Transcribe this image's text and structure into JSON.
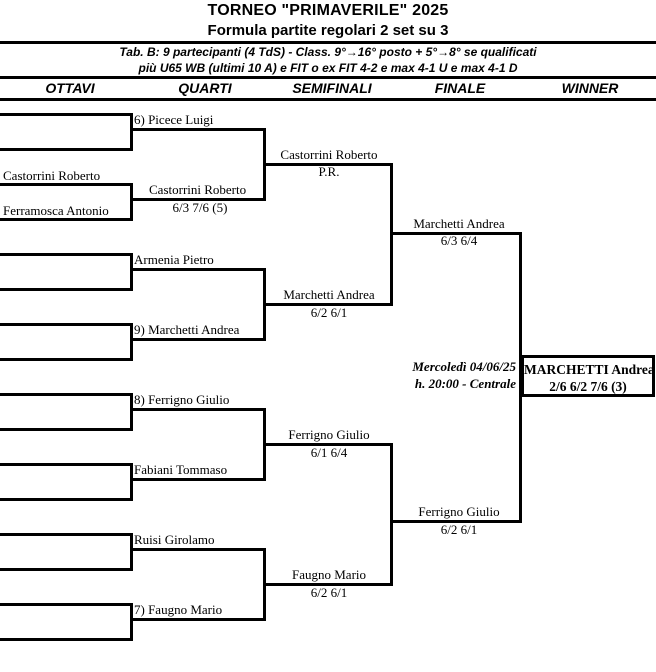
{
  "header": {
    "title": "TORNEO  \"PRIMAVERILE\"  2025",
    "subtitle": "Formula partite regolari 2 set su 3",
    "note_line_1": "Tab. B: 9 partecipanti (4 TdS) - Class. 9°→16° posto + 5°→8° se qualificati",
    "note_line_2": "più U65 WB (ultimi 10 A) e FIT o ex FIT 4-2 e max 4-1 U e max 4-1 D"
  },
  "columns": [
    {
      "label": "OTTAVI"
    },
    {
      "label": "QUARTI"
    },
    {
      "label": "SEMIFINALI"
    },
    {
      "label": "FINALE"
    },
    {
      "label": "WINNER"
    }
  ],
  "rounds": {
    "ottavi": [
      {
        "name": ""
      },
      {
        "name": ""
      },
      {
        "name": "Castorrini Roberto"
      },
      {
        "name": "Ferramosca Antonio"
      },
      {
        "name": ""
      },
      {
        "name": ""
      },
      {
        "name": ""
      },
      {
        "name": ""
      },
      {
        "name": ""
      },
      {
        "name": ""
      },
      {
        "name": ""
      },
      {
        "name": ""
      },
      {
        "name": ""
      },
      {
        "name": ""
      },
      {
        "name": ""
      },
      {
        "name": ""
      }
    ],
    "quarti": [
      {
        "name": "6) Picece Luigi",
        "score": ""
      },
      {
        "name": "Castorrini Roberto",
        "score": "6/3  7/6 (5)"
      },
      {
        "name": "Armenia Pietro",
        "score": ""
      },
      {
        "name": "9) Marchetti Andrea",
        "score": ""
      },
      {
        "name": "8) Ferrigno Giulio",
        "score": ""
      },
      {
        "name": "Fabiani Tommaso",
        "score": ""
      },
      {
        "name": "Ruisi Girolamo",
        "score": ""
      },
      {
        "name": "7) Faugno Mario",
        "score": ""
      }
    ],
    "semifinali": [
      {
        "name": "Castorrini Roberto",
        "score": "P.R."
      },
      {
        "name": "Marchetti Andrea",
        "score": "6/2  6/1"
      },
      {
        "name": "Ferrigno Giulio",
        "score": "6/1  6/4"
      },
      {
        "name": "Faugno Mario",
        "score": "6/2  6/1"
      }
    ],
    "finale": [
      {
        "name": "Marchetti Andrea",
        "score": "6/3 6/4"
      },
      {
        "name": "Ferrigno Giulio",
        "score": "6/2  6/1"
      }
    ],
    "winner": {
      "name": "MARCHETTI Andrea",
      "score": "2/6  6/2  7/6 (3)"
    }
  },
  "schedule": {
    "date_line": "Mercoledì 04/06/25",
    "time_line": "h. 20:00 - Centrale"
  }
}
